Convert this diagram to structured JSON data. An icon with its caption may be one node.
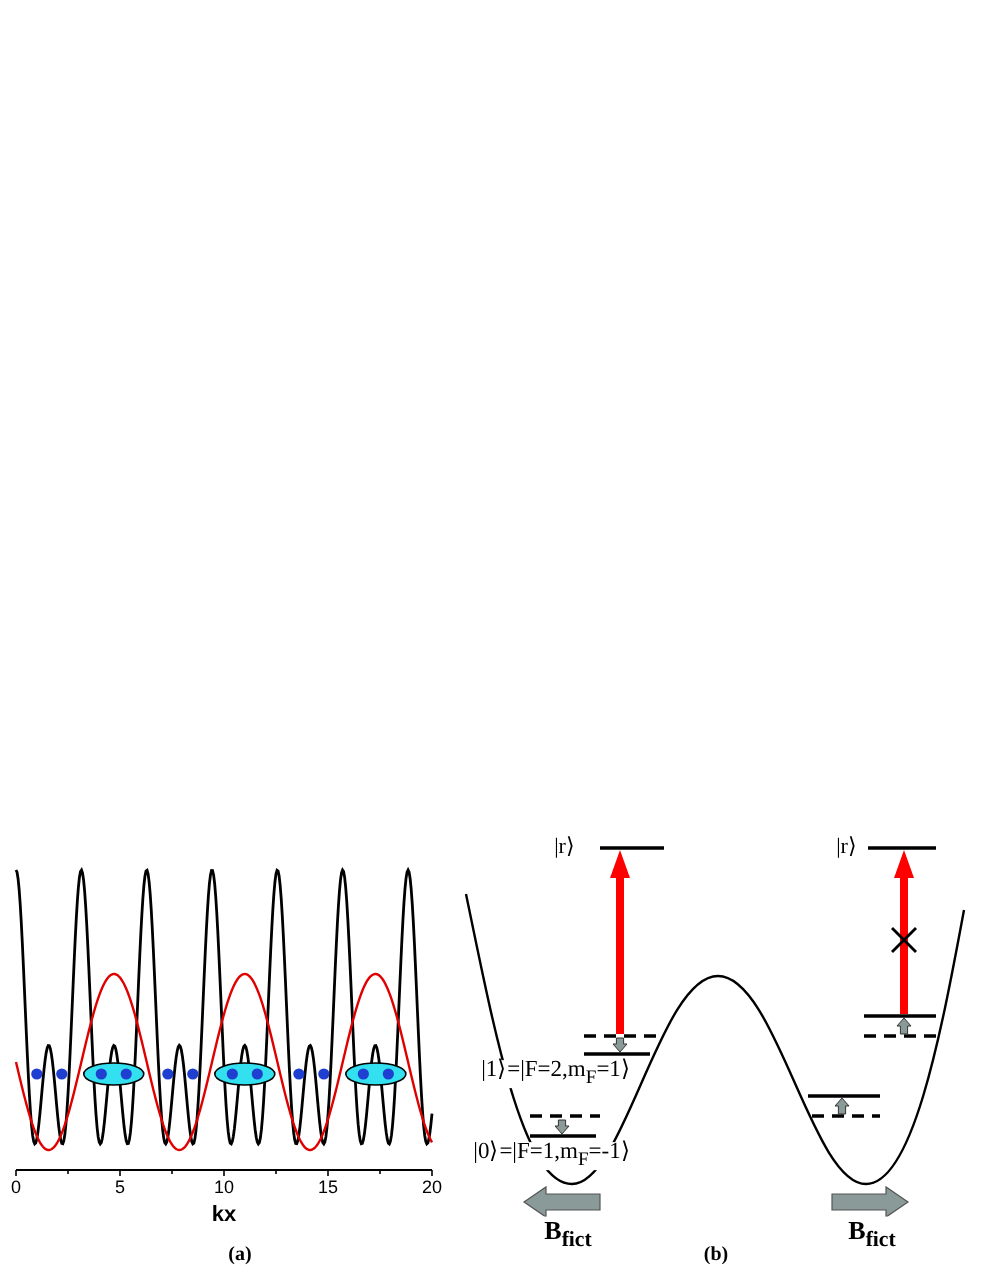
{
  "diagram": {
    "labels": [
      "|r⟩",
      "|r⟩",
      "|1⟩=|F=2,m$_{F}$=1⟩",
      "|0⟩=|F=1,m$_{F}$=-1⟩",
      "0",
      "5",
      "10",
      "15",
      "20",
      "B$_{fict}$",
      "B$_{fict}$",
      "kx",
      "(a)",
      "(b)"
    ]
  }
}
